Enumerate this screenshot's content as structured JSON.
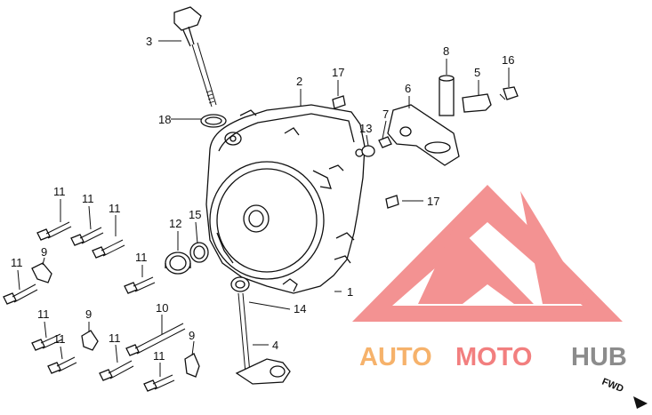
{
  "callouts": {
    "c1": "1",
    "c2": "2",
    "c3": "3",
    "c4": "4",
    "c5": "5",
    "c6": "6",
    "c7": "7",
    "c8": "8",
    "c9a": "9",
    "c9b": "9",
    "c9c": "9",
    "c10": "10",
    "c11a": "11",
    "c11b": "11",
    "c11c": "11",
    "c11d": "11",
    "c11e": "11",
    "c11f": "11",
    "c11g": "11",
    "c11h": "11",
    "c11i": "11",
    "c12": "12",
    "c13": "13",
    "c14": "14",
    "c15": "15",
    "c16": "16",
    "c17a": "17",
    "c17b": "17",
    "c18": "18"
  },
  "watermark": {
    "brand_part1": "AUTO",
    "brand_part2": "MOTO",
    "brand_part3": "HUB",
    "color_orange": "#f6b26b",
    "color_red": "#f27f7f",
    "color_gray": "#8c8c8c"
  },
  "direction_label": "FWD"
}
